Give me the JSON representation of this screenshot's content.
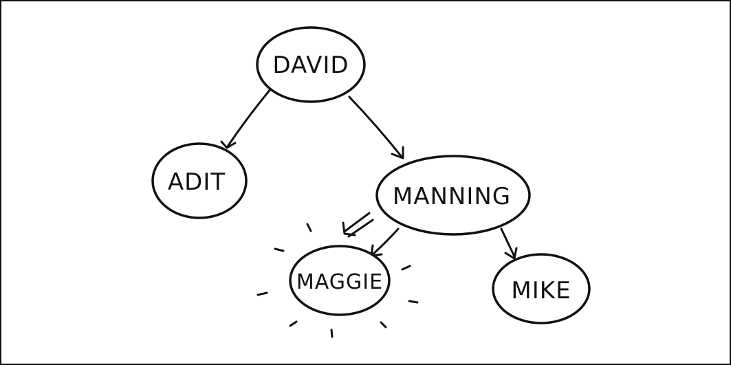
{
  "diagram": {
    "type": "tree",
    "nodes": {
      "david": "DAVID",
      "adit": "ADIT",
      "manning": "MANNING",
      "maggie": "MAGGIE",
      "mike": "MIKE"
    },
    "edges": [
      [
        "DAVID",
        "ADIT"
      ],
      [
        "DAVID",
        "MANNING"
      ],
      [
        "MANNING",
        "MAGGIE"
      ],
      [
        "MANNING",
        "MIKE"
      ]
    ],
    "highlighted": "MAGGIE",
    "ink_color": "#111111"
  }
}
